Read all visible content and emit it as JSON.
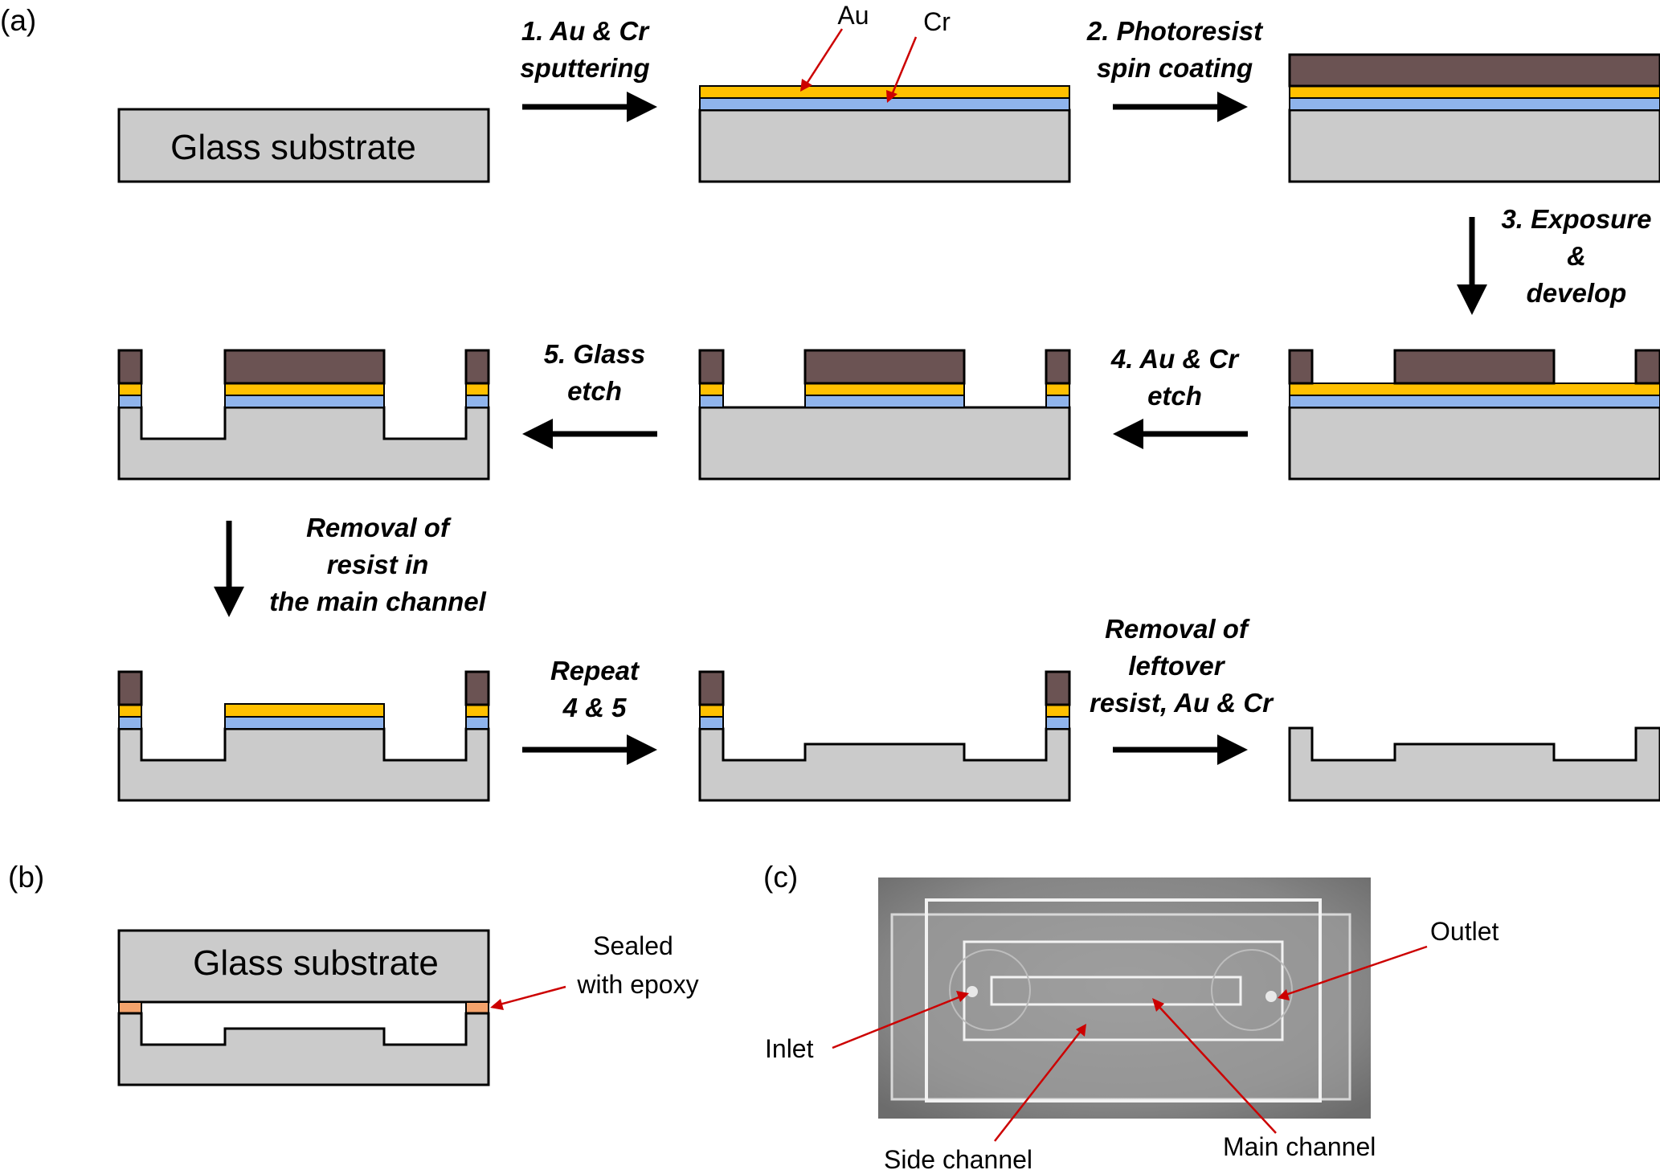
{
  "panel_labels": {
    "a": "(a)",
    "b": "(b)",
    "c": "(c)"
  },
  "substrate_label": "Glass substrate",
  "layer_labels": {
    "au": "Au",
    "cr": "Cr"
  },
  "steps": {
    "s1": [
      "1. Au & Cr",
      "sputtering"
    ],
    "s2": [
      "2. Photoresist",
      "spin coating"
    ],
    "s3": [
      "3. Exposure",
      "&",
      "develop"
    ],
    "s4": [
      "4. Au & Cr",
      "etch"
    ],
    "s5": [
      "5. Glass",
      "etch"
    ],
    "removal_main": [
      "Removal of",
      "resist in",
      "the main channel"
    ],
    "repeat": [
      "Repeat",
      "4 & 5"
    ],
    "removal_leftover": [
      "Removal of",
      "leftover",
      "resist, Au & Cr"
    ]
  },
  "panel_b": {
    "substrate": "Glass substrate",
    "sealed": [
      "Sealed",
      "with epoxy"
    ]
  },
  "panel_c": {
    "inlet": "Inlet",
    "outlet": "Outlet",
    "side_channel": "Side channel",
    "main_channel": "Main channel"
  },
  "colors": {
    "glass": "#cbcbcb",
    "gold": "#ffc000",
    "chromium": "#8fb4ec",
    "photoresist": "#6b5353",
    "epoxy": "#f4a36c",
    "annotation_red": "#cc0000",
    "photo_background": "#8a8a8a"
  }
}
